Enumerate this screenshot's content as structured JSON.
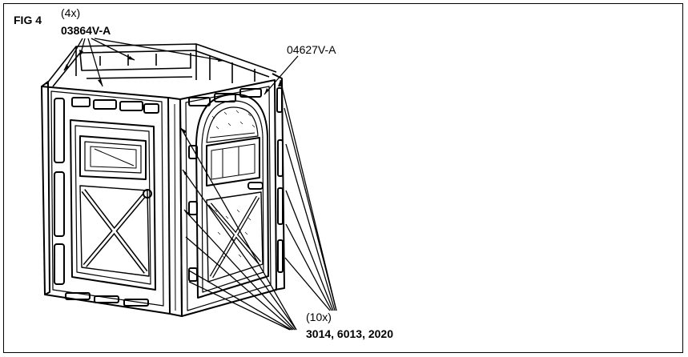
{
  "figure": {
    "title": "FIG 4"
  },
  "callouts": {
    "corner": {
      "qty": "(4x)",
      "part": "03864V-A"
    },
    "door": {
      "part": "04627V-A"
    },
    "hardware": {
      "qty": "(10x)",
      "part": "3014, 6013, 2020"
    }
  }
}
